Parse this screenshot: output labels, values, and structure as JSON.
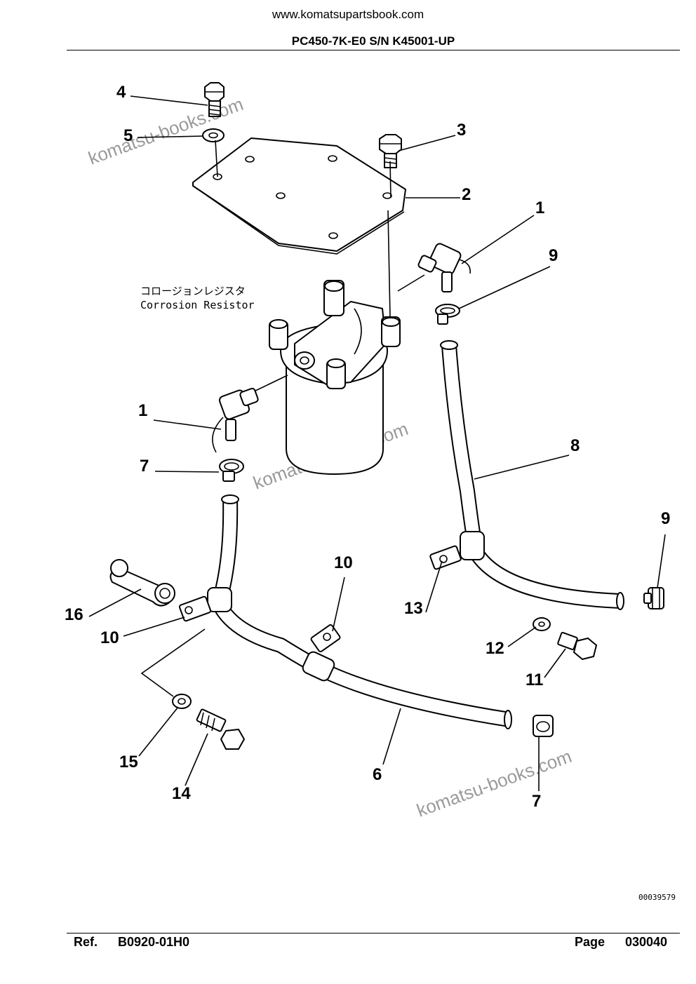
{
  "header": {
    "site_url": "www.komatsupartsbook.com",
    "model_serial": "PC450-7K-E0 S/N K45001-UP"
  },
  "diagram": {
    "caption_jp": "コロージョンレジスタ",
    "caption_en": "Corrosion Resistor",
    "drawing_number": "00039579",
    "watermark": "komatsu-books.com",
    "callouts": [
      "4",
      "5",
      "3",
      "2",
      "1",
      "9",
      "1",
      "7",
      "8",
      "9",
      "10",
      "16",
      "10",
      "13",
      "12",
      "11",
      "15",
      "14",
      "6",
      "7"
    ]
  },
  "footer": {
    "ref_label": "Ref.",
    "ref_value": "B0920-01H0",
    "page_label": "Page",
    "page_value": "030040"
  }
}
